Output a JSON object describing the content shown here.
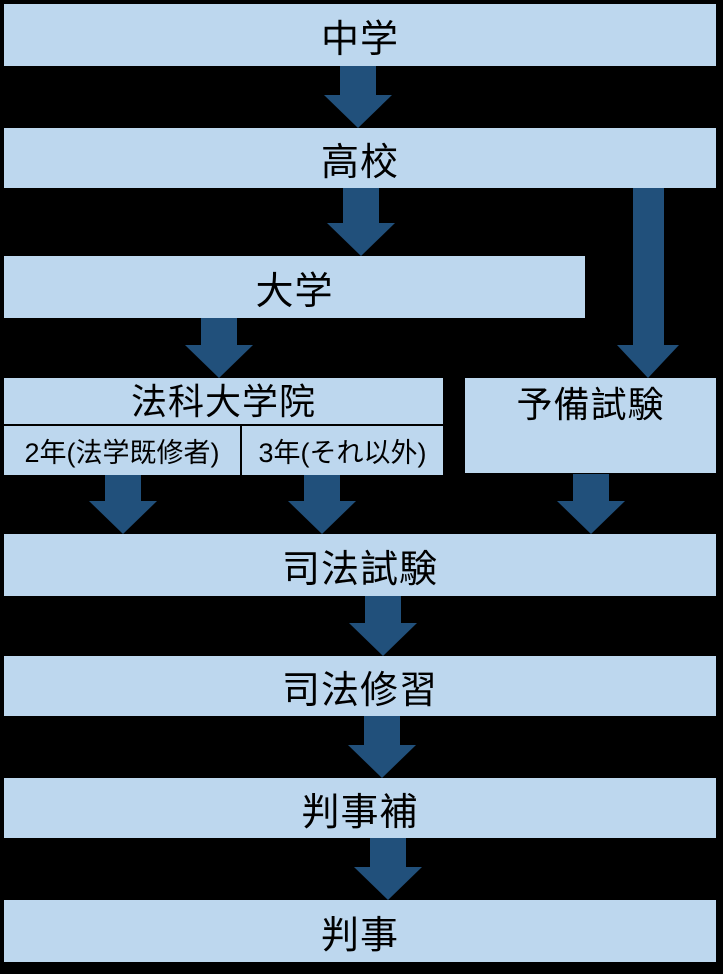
{
  "colors": {
    "background": "#000000",
    "box_fill": "#BDD7EE",
    "arrow": "#21507B",
    "text": "#000000",
    "divider": "#000000"
  },
  "flowchart": {
    "nodes": {
      "chugaku": {
        "label": "中学"
      },
      "koko": {
        "label": "高校"
      },
      "daigaku": {
        "label": "大学"
      },
      "hoka_daigakuin": {
        "title": "法科大学院",
        "left_cell": "2年(法学既修者)",
        "right_cell": "3年(それ以外)"
      },
      "yobi_shiken": {
        "label": "予備試験"
      },
      "shiho_shiken": {
        "label": "司法試験"
      },
      "shiho_shushu": {
        "label": "司法修習"
      },
      "hanjiho": {
        "label": "判事補"
      },
      "hanji": {
        "label": "判事"
      }
    },
    "edges": [
      {
        "from": "中学",
        "to": "高校"
      },
      {
        "from": "高校",
        "to": "大学"
      },
      {
        "from": "高校",
        "to": "予備試験"
      },
      {
        "from": "大学",
        "to": "法科大学院"
      },
      {
        "from": "法科大学院(2年)",
        "to": "司法試験"
      },
      {
        "from": "法科大学院(3年)",
        "to": "司法試験"
      },
      {
        "from": "予備試験",
        "to": "司法試験"
      },
      {
        "from": "司法試験",
        "to": "司法修習"
      },
      {
        "from": "司法修習",
        "to": "判事補"
      },
      {
        "from": "判事補",
        "to": "判事"
      }
    ]
  }
}
